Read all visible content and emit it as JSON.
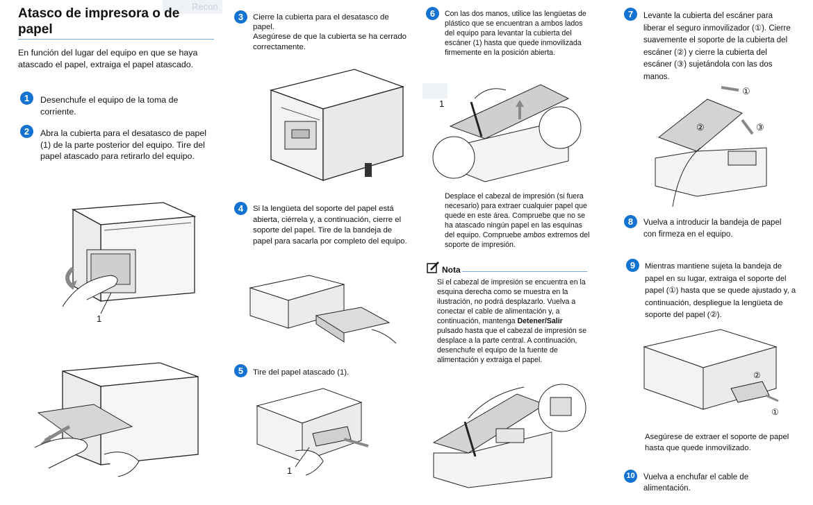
{
  "header": {
    "title": "Atasco de impresora o de papel",
    "ghost_label": "Recon"
  },
  "intro": "En función del lugar del equipo en que se haya atascado el papel, extraiga el papel atascado.",
  "steps": [
    {
      "num": "1",
      "text": "Desenchufe el equipo de la toma de corriente."
    },
    {
      "num": "2",
      "text": "Abra la cubierta para el desatasco de papel (1) de la parte posterior del equipo. Tire del papel atascado para retirarlo del equipo."
    },
    {
      "num": "3",
      "text": "Cierre la cubierta para el desatasco de papel.",
      "text2": "Asegúrese de que la cubierta se ha cerrado correctamente."
    },
    {
      "num": "4",
      "text": "Si la lengüeta del soporte del papel está abierta, ciérrela y, a continuación, cierre el soporte del papel. Tire de la bandeja de papel para sacarla por completo del equipo."
    },
    {
      "num": "5",
      "text": "Tire del papel atascado (1)."
    },
    {
      "num": "6",
      "text": "Con las dos manos, utilice las lengüetas de plástico que se encuentran a ambos lados del equipo para levantar la cubierta del escáner (1) hasta que quede inmovilizada firmemente en la posición abierta.",
      "text2": "Desplace el cabezal de impresión (si fuera necesario) para extraer cualquier papel que quede en este área. Compruebe que no se ha atascado ningún papel en las esquinas del equipo. Compruebe ",
      "text2_em": "ambos",
      "text2_tail": " extremos del soporte de impresión."
    },
    {
      "num": "7",
      "text": "Levante la cubierta del escáner para liberar el seguro inmovilizador (①). Cierre suavemente el soporte de la cubierta del escáner (②) y cierre la cubierta del escáner (③) sujetándola con las dos manos."
    },
    {
      "num": "8",
      "text": "Vuelva a introducir la bandeja de papel con firmeza en el equipo."
    },
    {
      "num": "9",
      "text": "Mientras mantiene sujeta la bandeja de papel en su lugar, extraiga el soporte del papel (①) hasta que se quede ajustado y, a continuación, despliegue la lengüeta de soporte del papel (②).",
      "text2": "Asegúrese de extraer el soporte de papel hasta que quede inmovilizado."
    },
    {
      "num": "10",
      "text": "Vuelva a enchufar el cable de alimentación."
    }
  ],
  "note": {
    "title": "Nota",
    "text_a": "Si el cabezal de impresión se encuentra en la esquina derecha como se muestra en la ilustración, no podrá desplazarlo. Vuelva a conectar el cable de alimentación y, a continuación, mantenga ",
    "text_bold": "Detener/Salir",
    "text_b": " pulsado hasta que el cabezal de impresión se desplace a la parte central. A continuación, desenchufe el equipo de la fuente de alimentación y extraiga el papel."
  },
  "callouts": {
    "one": "1",
    "c1": "①",
    "c2": "②",
    "c3": "③"
  },
  "colors": {
    "accent": "#1473d0",
    "rule": "#7ba7d6"
  }
}
